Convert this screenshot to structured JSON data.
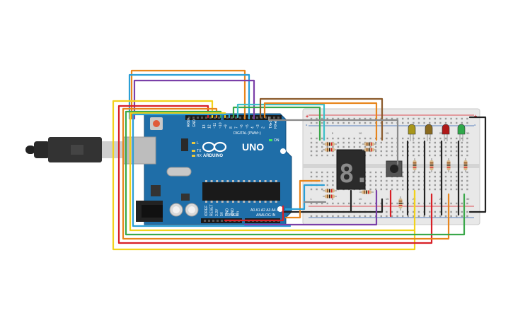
{
  "board": {
    "brand": "ARDUINO",
    "model": "UNO",
    "digital_label": "DIGITAL (PWM~)",
    "power_label": "POWER",
    "analog_label": "ANALOG IN",
    "on_label": "ON",
    "tx_label": "TX",
    "rx_label": "RX",
    "l_label": "L",
    "aref_label": "AREF",
    "gnd_label": "GND",
    "txd_label": "TX▸1",
    "rxd_label": "RX◂0",
    "header_pins": [
      "13",
      "12",
      "~11",
      "~10",
      "~9",
      "8",
      "7",
      "~6",
      "~5",
      "4",
      "~3",
      "2"
    ],
    "power_pins": [
      "IOREF",
      "RESET",
      "3.3V",
      "5V",
      "GND",
      "GND",
      "Vin"
    ],
    "analog_pins": [
      "A0",
      "A1",
      "A2",
      "A3",
      "A4",
      "A5"
    ]
  },
  "breadboard": {
    "col_numbers": [
      "1",
      "5",
      "10",
      "15",
      "20",
      "25",
      "30"
    ],
    "rail_plus": "+",
    "rail_minus": "-"
  },
  "display": {
    "digit": "8."
  },
  "leds": {
    "colors": [
      "#a8961a",
      "#8a6a1f",
      "#b01818",
      "#2fa84a"
    ]
  },
  "wire_colors": {
    "orange": "#e8851c",
    "blue": "#2a9fd6",
    "purple": "#7a3fa8",
    "brown": "#8b5a2b",
    "yellow": "#f2d21b",
    "red": "#d81f26",
    "green": "#3aa84a",
    "gray": "#8a8a8a",
    "black": "#222222",
    "teal": "#3cc0c8"
  }
}
